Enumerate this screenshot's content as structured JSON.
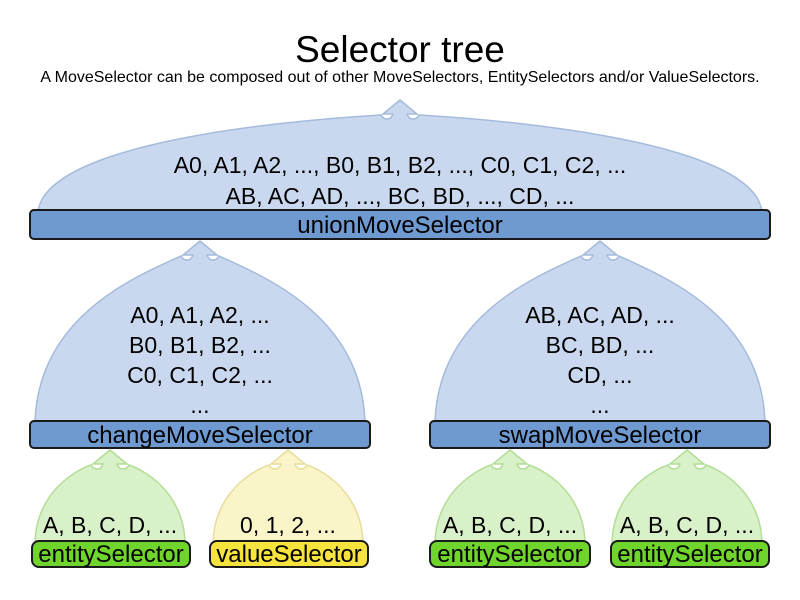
{
  "title": "Selector tree",
  "subtitle": "A MoveSelector can be composed out of other MoveSelectors, EntitySelectors and/or ValueSelectors.",
  "colors": {
    "blue_cloud_fill": "#c9d8ee",
    "blue_cloud_stroke": "#a5bbdc",
    "blue_bar_fill": "#6f9ad1",
    "green_cloud_fill": "#d9f1c9",
    "green_cloud_stroke": "#b2dd95",
    "green_bar_fill": "#6fd52d",
    "yellow_cloud_fill": "#faf5c8",
    "yellow_cloud_stroke": "#e8dc9c",
    "yellow_bar_fill": "#f7e33d",
    "bar_border": "#1a1a1a"
  },
  "union": {
    "line1": "A0, A1, A2, ..., B0, B1, B2, ..., C0, C1, C2, ...",
    "line2": "AB, AC, AD, ..., BC, BD, ..., CD, ...",
    "label": "unionMoveSelector"
  },
  "change": {
    "lines": [
      "A0, A1, A2, ...",
      "B0, B1, B2, ...",
      "C0, C1, C2, ...",
      "..."
    ],
    "label": "changeMoveSelector"
  },
  "swap": {
    "lines": [
      "AB, AC, AD, ...",
      "BC, BD, ...",
      "CD, ...",
      "..."
    ],
    "label": "swapMoveSelector"
  },
  "entity1": {
    "items": "A, B, C, D, ...",
    "label": "entitySelector"
  },
  "value1": {
    "items": "0, 1, 2, ...",
    "label": "valueSelector"
  },
  "entity2": {
    "items": "A, B, C, D, ...",
    "label": "entitySelector"
  },
  "entity3": {
    "items": "A, B, C, D, ...",
    "label": "entitySelector"
  }
}
